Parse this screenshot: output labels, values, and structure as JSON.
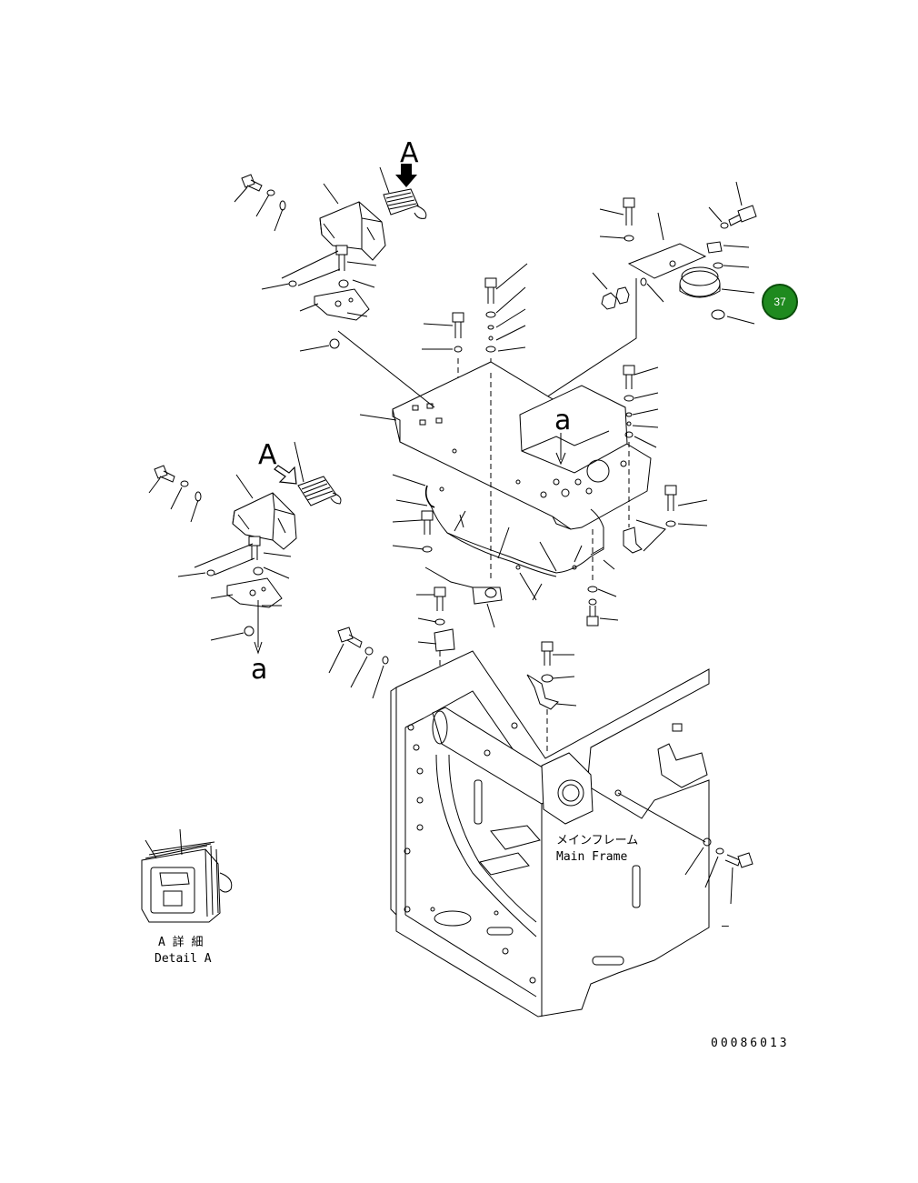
{
  "diagram": {
    "view_label_top": "A",
    "view_label_left": "A",
    "ref_mark_top": "a",
    "ref_mark_left": "a",
    "main_frame_jp": "メインフレーム",
    "main_frame_en": "Main Frame",
    "detail_jp": "A 詳 細",
    "detail_en": "Detail A",
    "drawing_number": "00086013",
    "minus_mark": "–",
    "part_badge": {
      "number": "37",
      "color": "#1f8a1f",
      "border_color": "#0b4d0b"
    }
  }
}
